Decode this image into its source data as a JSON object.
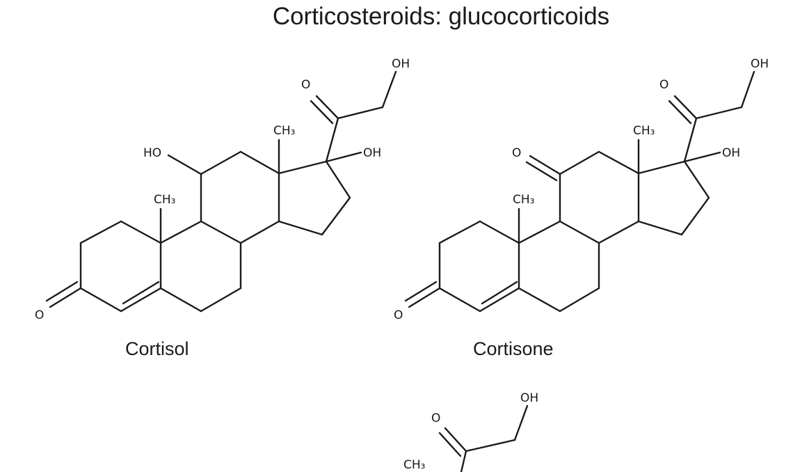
{
  "title": "Corticosteroids: glucocorticoids",
  "molecules": [
    {
      "name": "Cortisol",
      "atoms": {
        "ho_11": "HO",
        "ch3_19": "CH₃",
        "ch3_18": "CH₃",
        "oh_17": "OH",
        "o_20": "O",
        "oh_21": "OH",
        "o_3": "O"
      }
    },
    {
      "name": "Cortisone",
      "atoms": {
        "o_11": "O",
        "ch3_19": "CH₃",
        "ch3_18": "CH₃",
        "oh_17": "OH",
        "o_20": "O",
        "oh_21": "OH",
        "o_3": "O"
      }
    },
    {
      "name": "",
      "atoms": {
        "o_20": "O",
        "oh_21": "OH",
        "ch3_partial": "CH₃"
      }
    }
  ]
}
